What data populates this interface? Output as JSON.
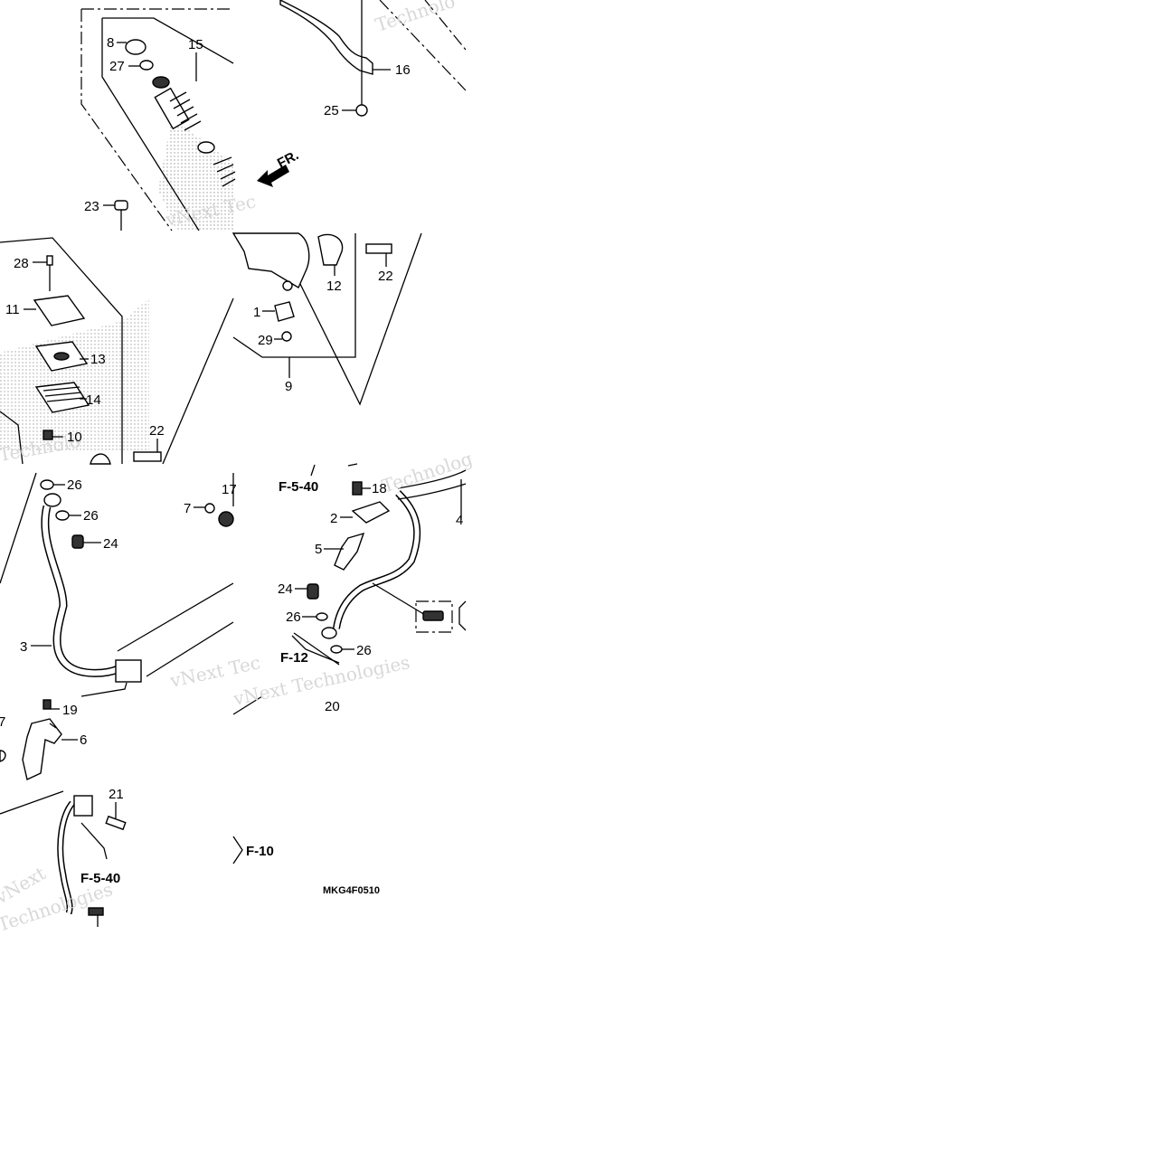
{
  "diagram": {
    "code": "MKG4F0510",
    "direction": "FR.",
    "refs": [
      "F-5-40",
      "F-12",
      "F-5-40",
      "F-10"
    ],
    "watermarks": [
      "vNext Tec",
      "Technolo",
      "vNext Tec",
      "Technolo",
      "Technolog",
      "vNext",
      "Technologies",
      "vNext Technologies"
    ],
    "callouts": [
      {
        "num": "8"
      },
      {
        "num": "15"
      },
      {
        "num": "27"
      },
      {
        "num": "23"
      },
      {
        "num": "16"
      },
      {
        "num": "25"
      },
      {
        "num": "28"
      },
      {
        "num": "11"
      },
      {
        "num": "13"
      },
      {
        "num": "14"
      },
      {
        "num": "10"
      },
      {
        "num": "22"
      },
      {
        "num": "12"
      },
      {
        "num": "22"
      },
      {
        "num": "1"
      },
      {
        "num": "29"
      },
      {
        "num": "9"
      },
      {
        "num": "26"
      },
      {
        "num": "26"
      },
      {
        "num": "24"
      },
      {
        "num": "7"
      },
      {
        "num": "17"
      },
      {
        "num": "3"
      },
      {
        "num": "18"
      },
      {
        "num": "2"
      },
      {
        "num": "4"
      },
      {
        "num": "5"
      },
      {
        "num": "24"
      },
      {
        "num": "26"
      },
      {
        "num": "26"
      },
      {
        "num": "20"
      },
      {
        "num": "19"
      },
      {
        "num": "6"
      },
      {
        "num": "7"
      },
      {
        "num": "21"
      }
    ]
  }
}
